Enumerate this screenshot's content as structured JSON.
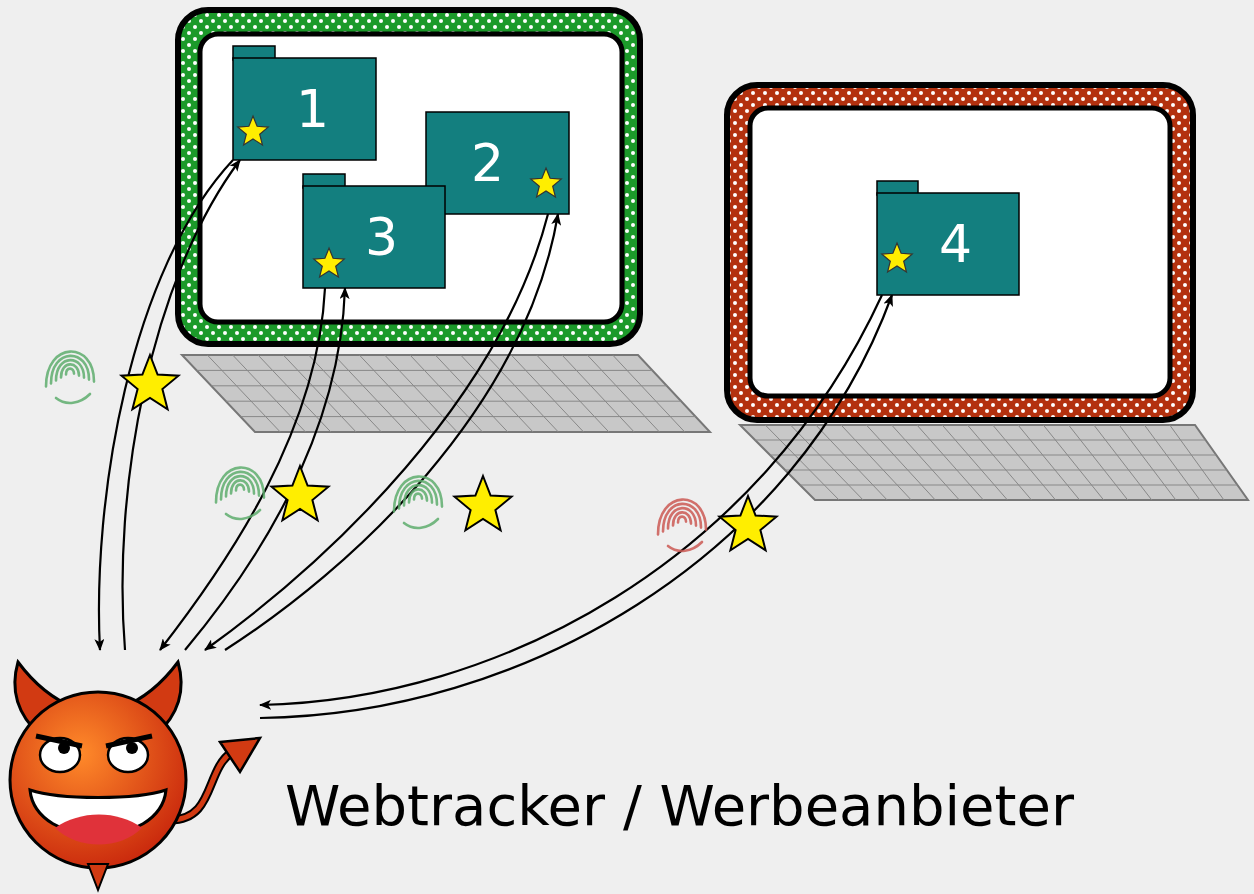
{
  "diagram": {
    "nodes": [
      {
        "text": [
          "1"
        ]
      },
      {
        "text": [
          "2"
        ]
      },
      {
        "text": [
          "3"
        ]
      },
      {
        "text": [
          "4"
        ]
      },
      {
        "text": [
          "Webtracker / Werbeanbieter"
        ]
      }
    ],
    "edges": [
      {
        "from": 0,
        "to": 4,
        "arrow": "to"
      },
      {
        "from": 4,
        "to": 0,
        "arrow": "to"
      },
      {
        "from": 2,
        "to": 4,
        "arrow": "to"
      },
      {
        "from": 4,
        "to": 2,
        "arrow": "to"
      },
      {
        "from": 1,
        "to": 4,
        "arrow": "to"
      },
      {
        "from": 4,
        "to": 1,
        "arrow": "to"
      },
      {
        "from": 3,
        "to": 4,
        "arrow": "to"
      },
      {
        "from": 4,
        "to": 3,
        "arrow": "to"
      }
    ]
  }
}
